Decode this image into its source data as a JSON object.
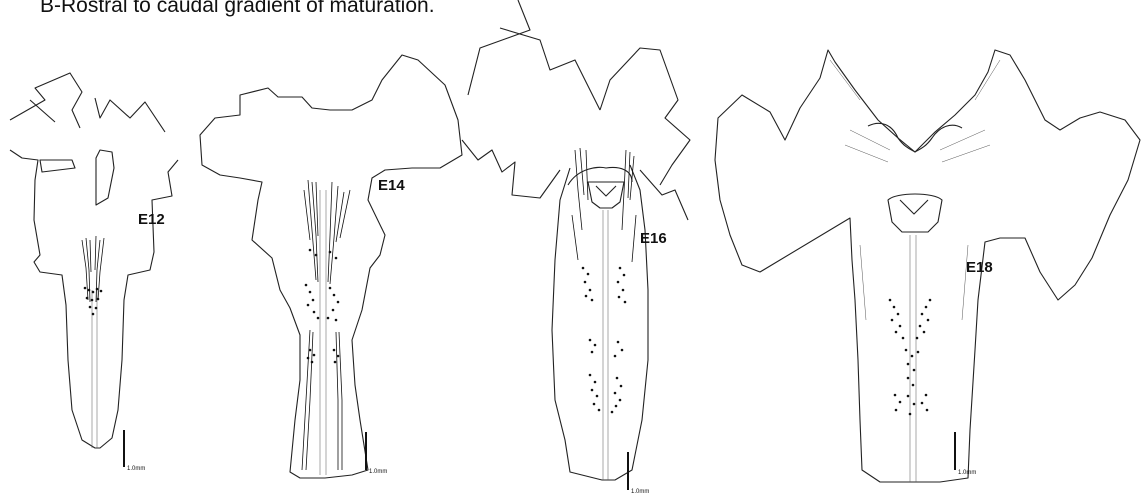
{
  "figure": {
    "caption": "B-Rostral to caudal gradient of maturation.",
    "panels": [
      {
        "id": "e12",
        "stage_label": "E12",
        "scale_label": "1.0mm"
      },
      {
        "id": "e14",
        "stage_label": "E14",
        "scale_label": "1.0mm"
      },
      {
        "id": "e16",
        "stage_label": "E16",
        "scale_label": "1.0mm"
      },
      {
        "id": "e18",
        "stage_label": "E18",
        "scale_label": "1.0mm"
      }
    ]
  }
}
